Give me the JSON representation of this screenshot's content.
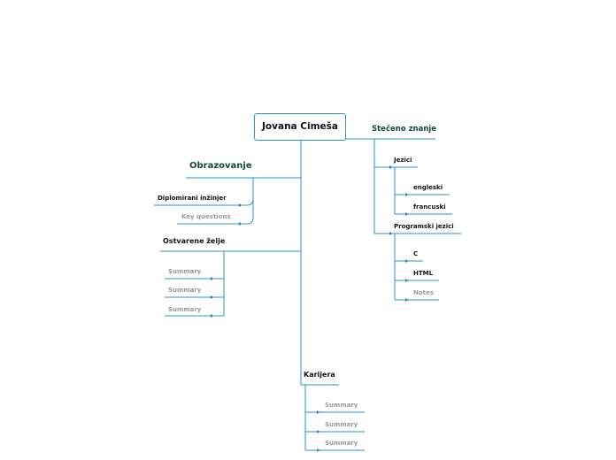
{
  "colors": {
    "line": "#2b8fd1",
    "heading": "#0f4a3a",
    "text": "#111111",
    "muted": "#9a9a9a"
  },
  "root": {
    "label": "Jovana Cimeša"
  },
  "branches": {
    "steceno": {
      "label": "Stečeno znanje",
      "jezici": {
        "label": "Jezici",
        "items": [
          "engleski",
          "francuski"
        ]
      },
      "programski": {
        "label": "Programski jezici",
        "items": [
          "C",
          "HTML",
          "Notes"
        ]
      }
    },
    "obrazovanje": {
      "label": "Obrazovanje",
      "items": [
        "Diplomirani inžinjer",
        "Key questions"
      ]
    },
    "ostvarene": {
      "label": "Ostvarene želje",
      "items": [
        "Summary",
        "Summary",
        "Summary"
      ]
    },
    "karijera": {
      "label": "Karijera",
      "items": [
        "Summary",
        "Summary",
        "Summary"
      ]
    }
  }
}
